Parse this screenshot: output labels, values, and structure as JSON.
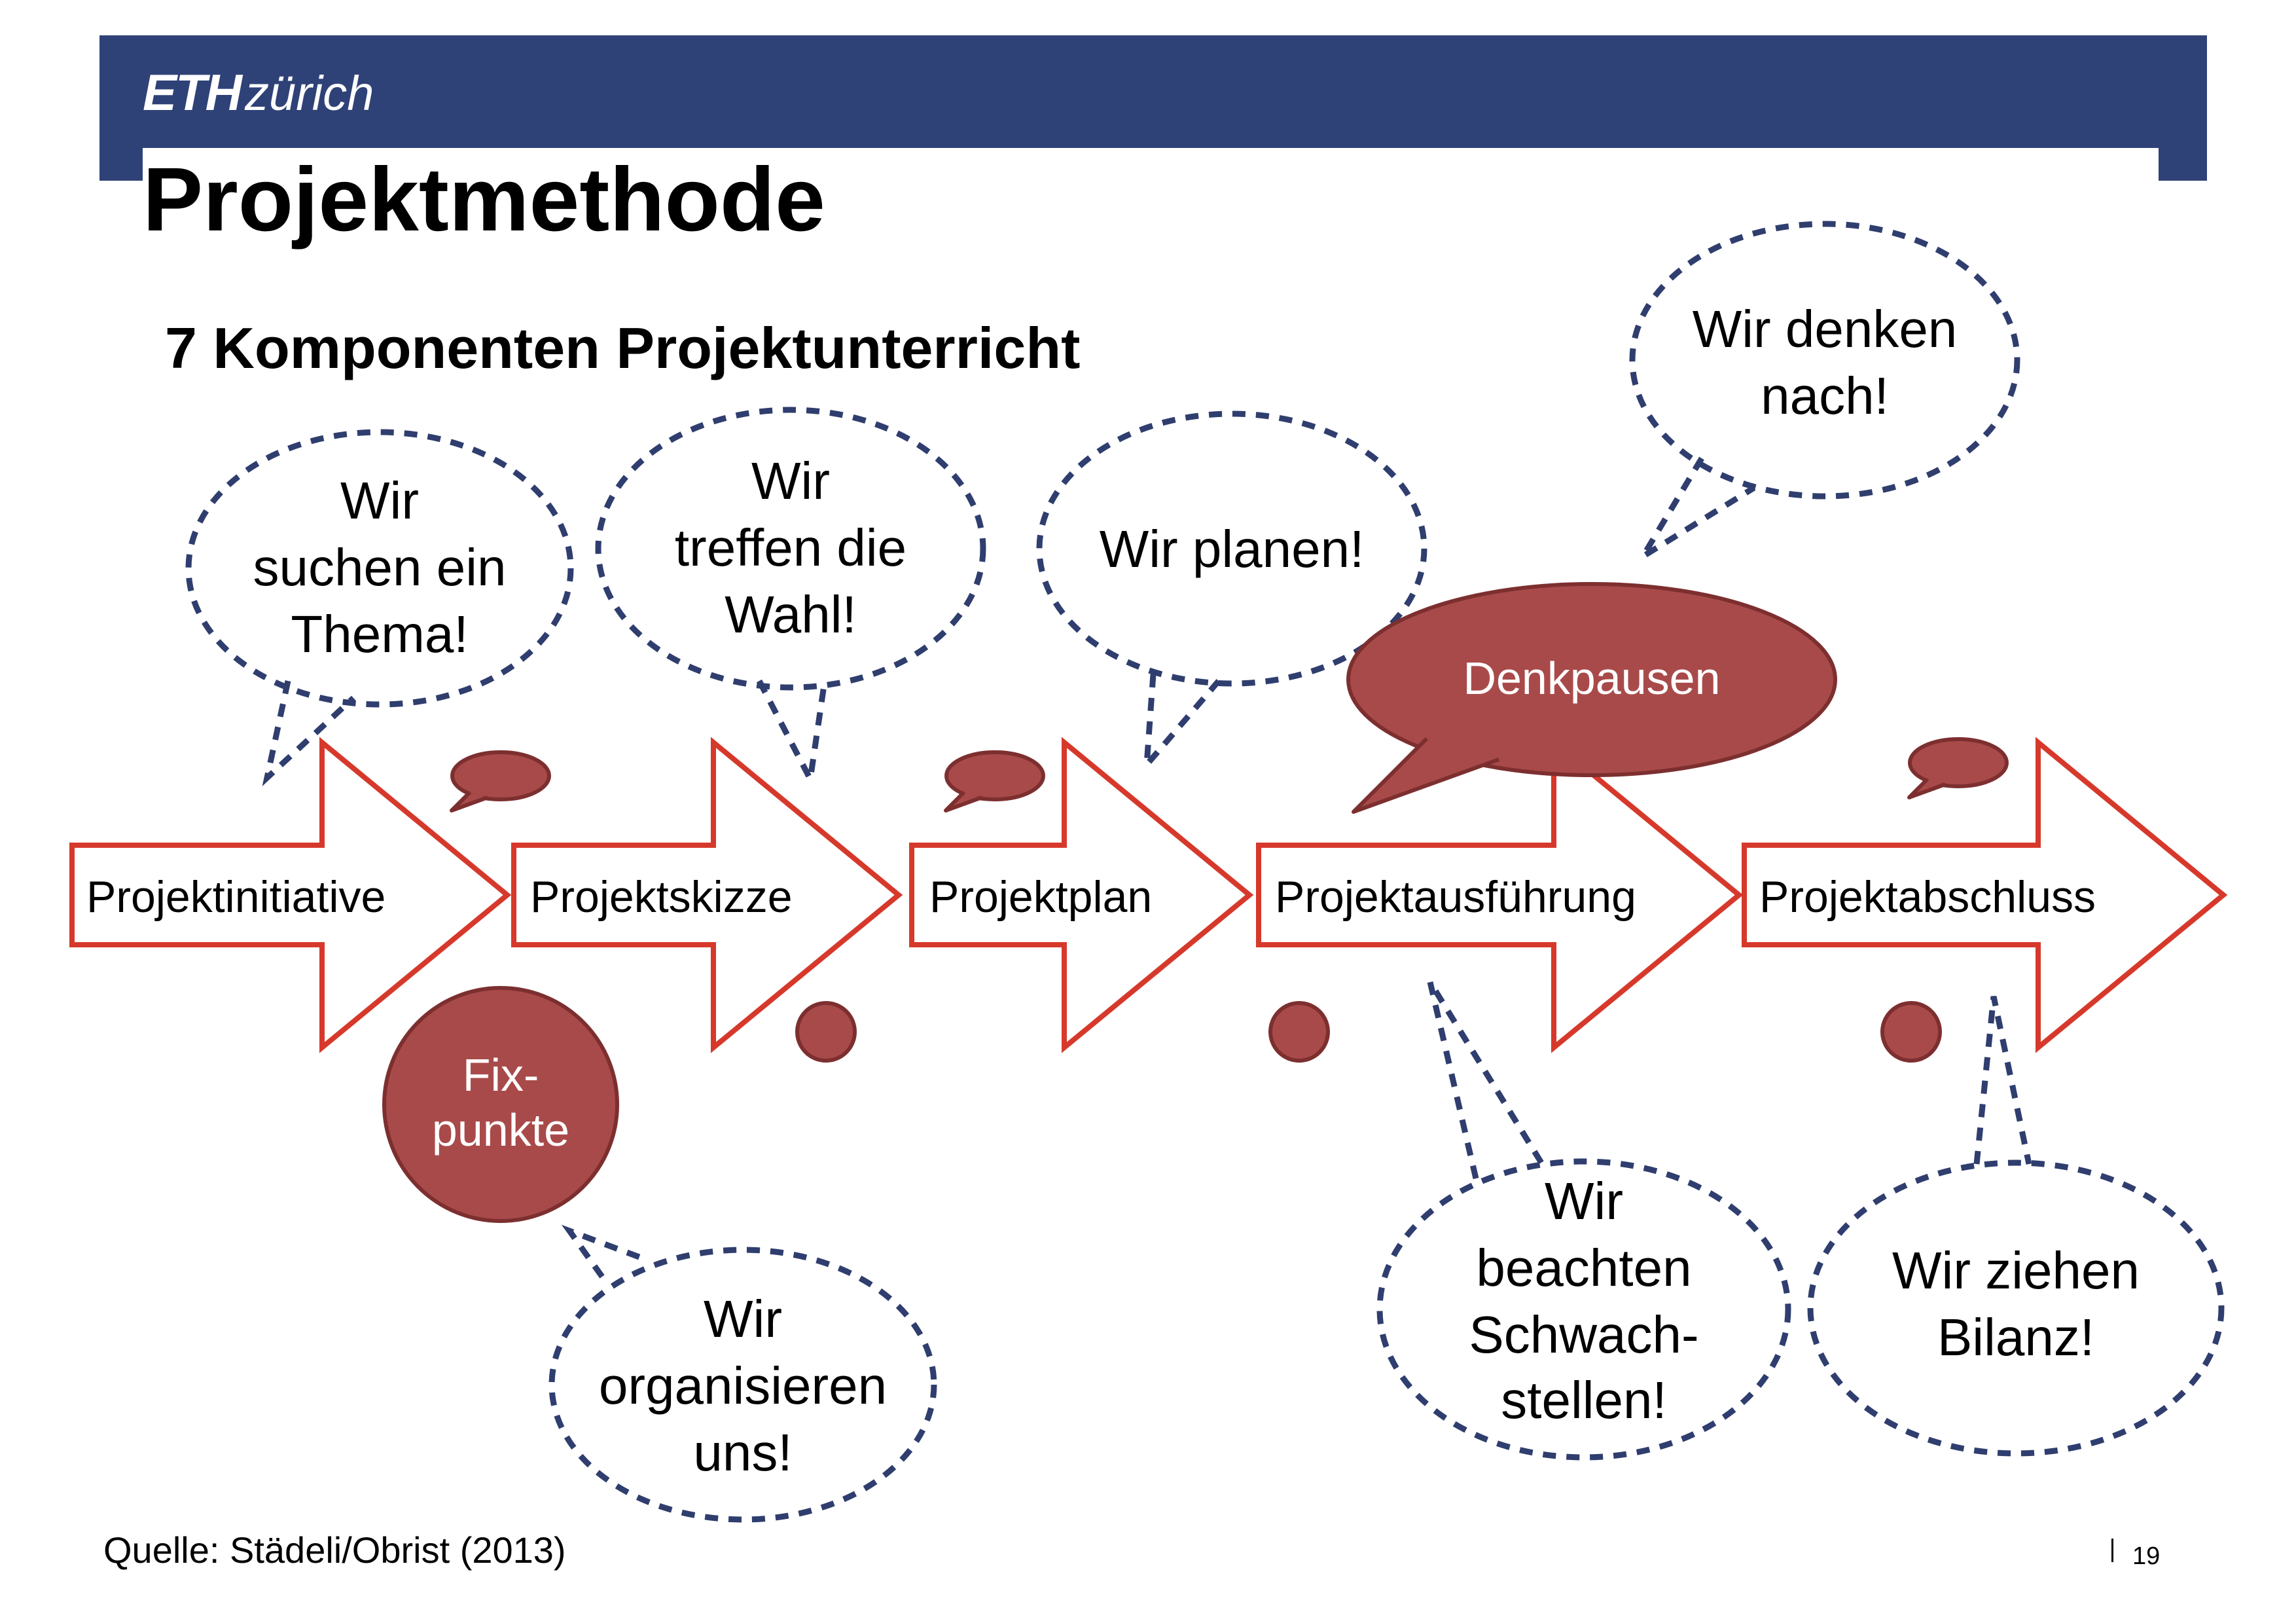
{
  "header": {
    "logo_bold": "ETH",
    "logo_light": "zürich",
    "title": "Projektmethode",
    "subtitle": "7 Komponenten Projektunterricht"
  },
  "colors": {
    "header_band": "#2f4277",
    "arrow_stroke": "#d6392b",
    "accent_fill": "#a94a4a",
    "accent_stroke": "#7d2f2f",
    "dashed_stroke": "#2f3e6e"
  },
  "steps": [
    "Projektinitiative",
    "Projektskizze",
    "Projektplan",
    "Projektausführung",
    "Projektabschluss"
  ],
  "thought_bubbles": [
    [
      "Wir",
      "suchen ein",
      "Thema!"
    ],
    [
      "Wir",
      "treffen die",
      "Wahl!"
    ],
    [
      "Wir planen!"
    ],
    [
      "Wir denken",
      "nach!"
    ],
    [
      "Wir",
      "organisieren",
      "uns!"
    ],
    [
      "Wir",
      "beachten",
      "Schwach-",
      "stellen!"
    ],
    [
      "Wir ziehen",
      "Bilanz!"
    ]
  ],
  "highlights": {
    "fixpunkte": [
      "Fix-",
      "punkte"
    ],
    "denkpausen": "Denkpausen"
  },
  "footer": {
    "source": "Quelle: Städeli/Obrist (2013)",
    "page": "19"
  }
}
